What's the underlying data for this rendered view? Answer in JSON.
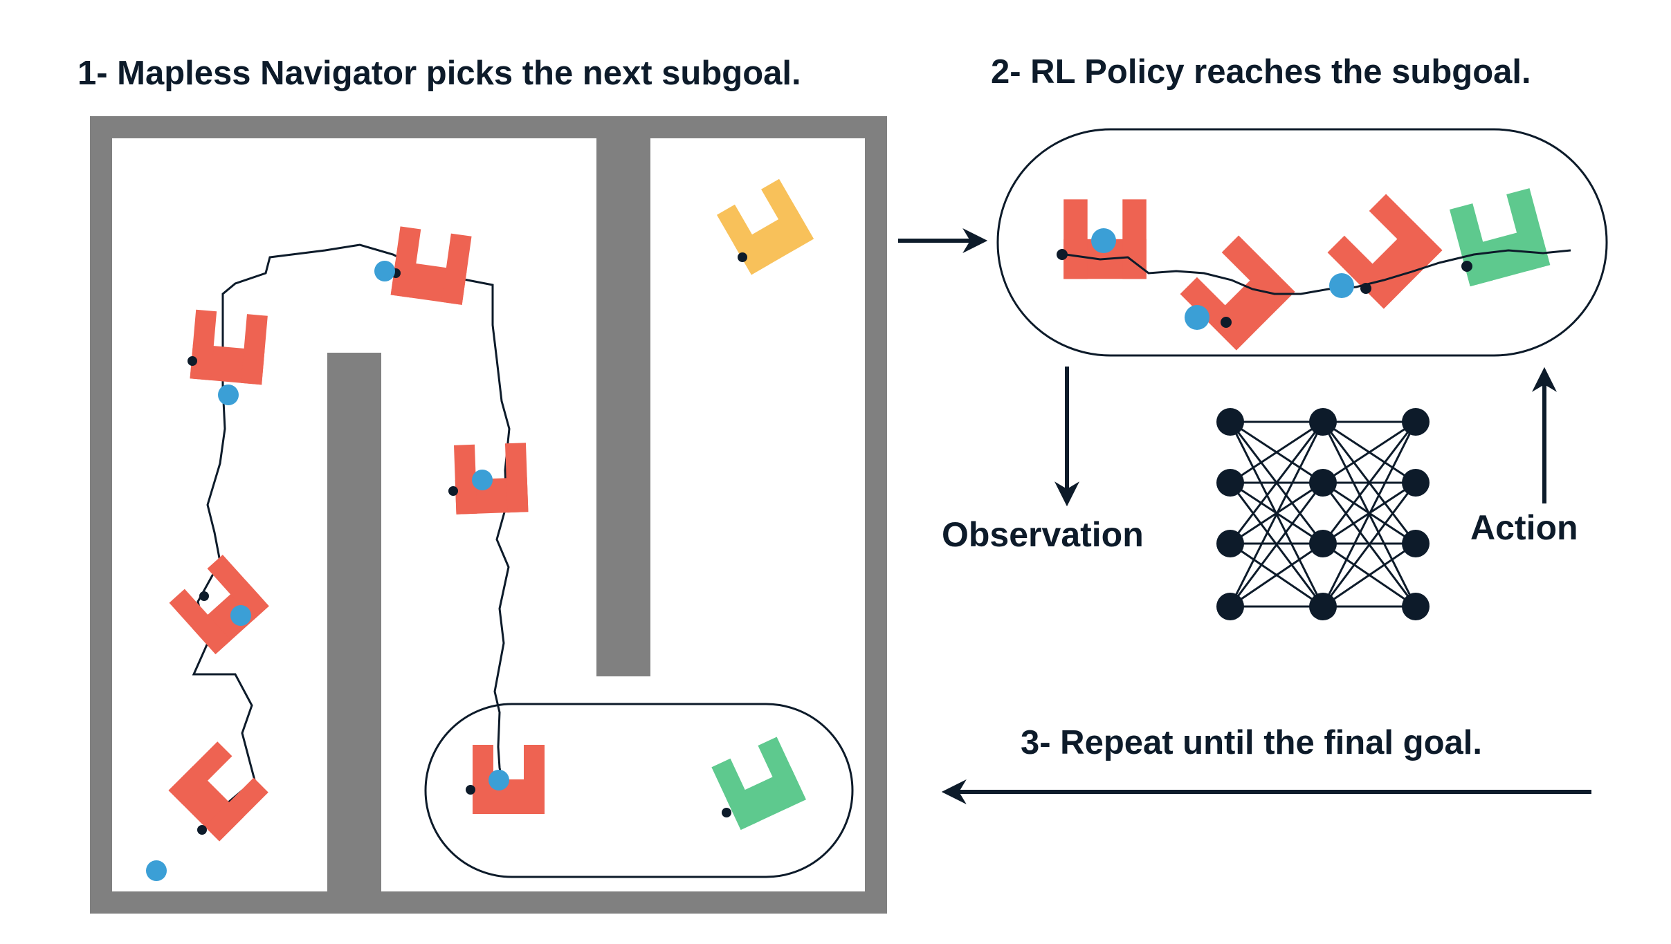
{
  "steps": {
    "step1": "1- Mapless Navigator picks the next subgoal.",
    "step2": "2- RL Policy reaches the subgoal.",
    "step3": "3- Repeat until the final goal."
  },
  "labels": {
    "observation": "Observation",
    "action": "Action"
  },
  "colors": {
    "wall": "#808080",
    "robot": "#ee6352",
    "goal_final": "#5ec98e",
    "goal_start": "#f8c15a",
    "subgoal_point": "#3b9fd6",
    "ink": "#0d1b2a"
  },
  "icons": {
    "robot": "u-shaped-robot-icon",
    "subgoal": "blue-dot-icon",
    "network": "neural-network-icon"
  }
}
